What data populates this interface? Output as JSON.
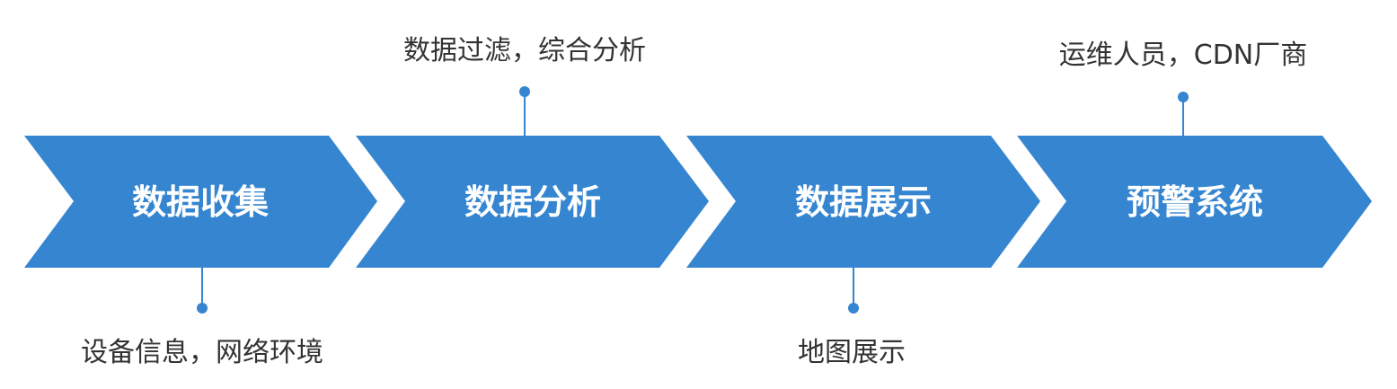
{
  "colors": {
    "chevron": "#3585D0",
    "connector": "#3585D0",
    "stage_text": "#ffffff",
    "note_text": "#333333",
    "background": "#ffffff"
  },
  "stages": [
    {
      "label": "数据收集",
      "note": "设备信息，网络环境",
      "note_position": "below"
    },
    {
      "label": "数据分析",
      "note": "数据过滤，综合分析",
      "note_position": "above"
    },
    {
      "label": "数据展示",
      "note": "地图展示",
      "note_position": "below"
    },
    {
      "label": "预警系统",
      "note": "运维人员，CDN厂商",
      "note_position": "above"
    }
  ]
}
